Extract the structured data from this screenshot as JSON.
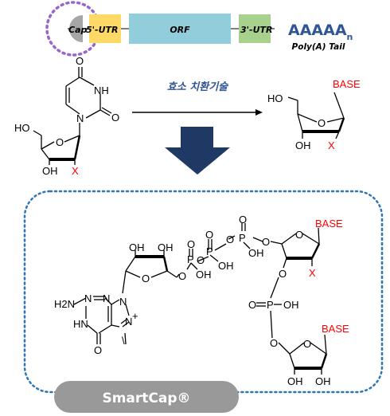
{
  "mrna": {
    "cap": "Cap",
    "utr5": "5'-UTR",
    "orf": "ORF",
    "utr3": "3'-UTR",
    "polya": "AAAAA",
    "polya_sub": "n",
    "polya_label": "Poly(A) Tail"
  },
  "reaction": {
    "label": "효소 치환기술"
  },
  "atoms": {
    "oh": "OH",
    "ho": "HO",
    "x": "X",
    "base": "BASE",
    "o": "O",
    "n": "N",
    "nh": "NH",
    "hn": "HN",
    "h2n": "H2N",
    "p": "P",
    "plus": "+",
    "methyl": "\\"
  },
  "colors": {
    "cap_circle": "#9966cc",
    "cap_fill": "#a6a6a6",
    "utr5_fill": "#ffd966",
    "orf_fill": "#92cddc",
    "utr3_fill": "#a9d18e",
    "polya_text": "#2f5597",
    "arrow_fill": "#203864",
    "dotted_border": "#2e75b6",
    "pill_fill": "#999999",
    "red_label": "#ff0000"
  },
  "smartcap": {
    "label": "SmartCap®"
  }
}
